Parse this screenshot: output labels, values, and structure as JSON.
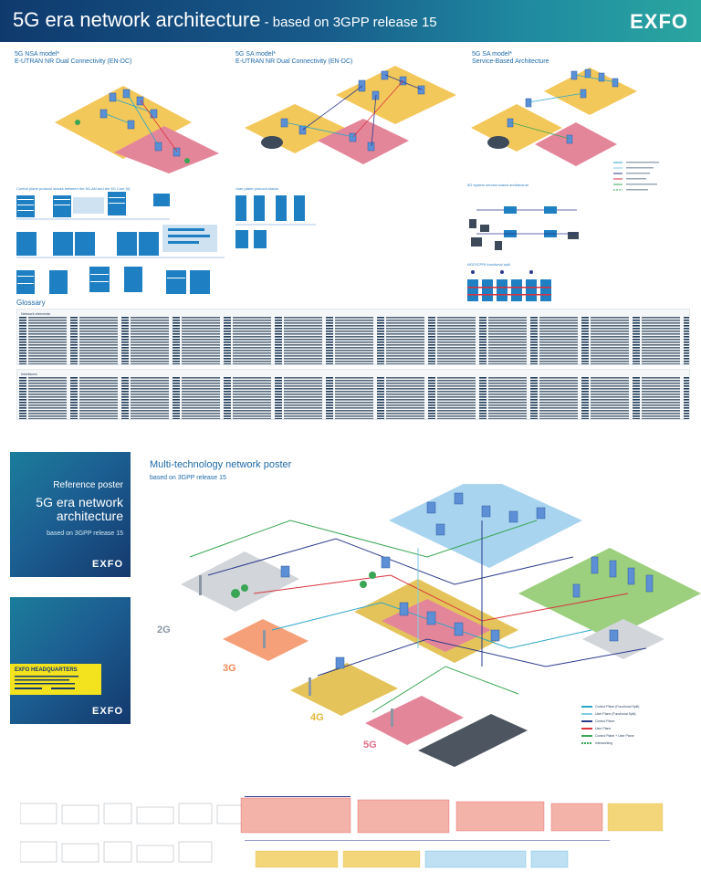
{
  "header": {
    "title": "5G era network architecture",
    "subtitle": " - based on 3GPP release 15",
    "logo": "EXFO"
  },
  "models": [
    {
      "line1": "5G NSA model*",
      "line2": "E-UTRAN NR Dual Connectivity (EN-DC)"
    },
    {
      "line1": "5G SA model*",
      "line2": "E-UTRAN NR Dual Connectivity (EN-DC)"
    },
    {
      "line1": "5G SA model*",
      "line2": "Service-Based Architecture"
    }
  ],
  "protocol_panels": {
    "control_plane_title": "Control plane protocol stacks between the 5G-AN and the 5G Core (5)",
    "user_plane_title": "User plane protocol stacks",
    "sba_title": "5G system service-based architecture",
    "fronthaul_title": "NGFI/CPRI functional split"
  },
  "glossary": {
    "title": "Glossary",
    "network_elements": "Network elements",
    "interfaces": "Interfaces"
  },
  "cards": {
    "poster": {
      "kicker": "Reference poster",
      "title": "5G era network architecture",
      "subtitle": "based on 3GPP release 15",
      "logo": "EXFO"
    },
    "hq": {
      "label": "EXFO HEADQUARTERS",
      "logo": "EXFO"
    }
  },
  "multi": {
    "title": "Multi-technology network poster",
    "subtitle": "based on 3GPP release 15"
  },
  "generations": [
    "2G",
    "3G",
    "4G",
    "5G"
  ],
  "legend": [
    {
      "label": "Control Plane (Functional Split)",
      "color": "#2aa6c8"
    },
    {
      "label": "User Plane (Functional Split)",
      "color": "#7fcde0"
    },
    {
      "label": "Control Plane",
      "color": "#2b3a8c"
    },
    {
      "label": "User Plane",
      "color": "#d8323c"
    },
    {
      "label": "Control Plane + User Plane",
      "color": "#3aa655"
    },
    {
      "label": "Interworking",
      "color": "#3aa655"
    }
  ],
  "colors": {
    "header_start": "#0f3a6e",
    "header_end": "#2aa6a0",
    "accent_yellow": "#f3e21e",
    "zone_yellow": "#f3c85a",
    "zone_pink": "#e4869a",
    "zone_blue": "#a9d4ef",
    "zone_green": "#9ccf7e",
    "zone_grey": "#d2d6da",
    "zone_orange": "#f6a07a"
  }
}
